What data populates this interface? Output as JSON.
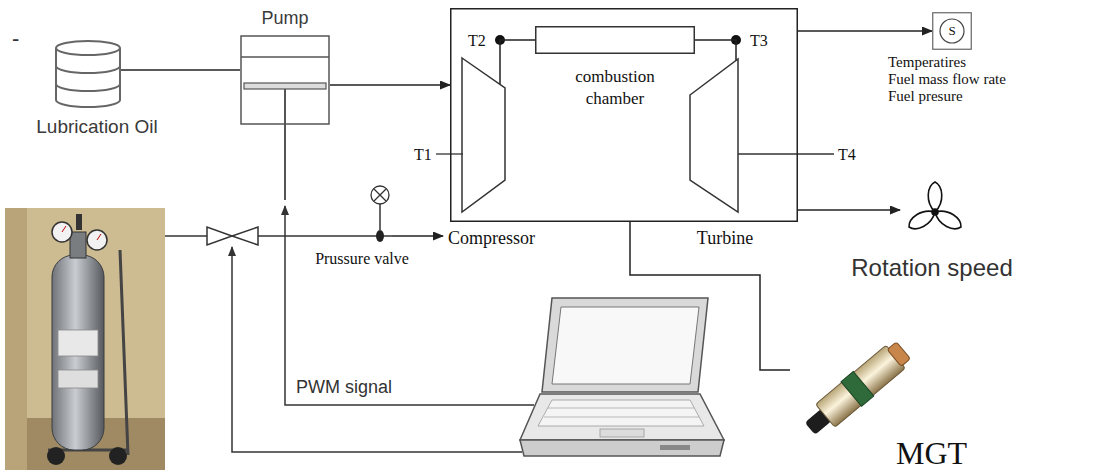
{
  "diagram": {
    "nodes": [
      {
        "text": [
          "Lubrication Oil"
        ]
      },
      {
        "text": [
          "Pump"
        ]
      },
      {
        "text": [
          "T2",
          "T3"
        ]
      },
      {
        "text": [
          "Compressor"
        ],
        "in": 2
      },
      {
        "text": [
          "combustion chamber"
        ],
        "in": 2
      },
      {
        "text": [
          "Turbine"
        ],
        "in": 2
      },
      {
        "text": [
          "S"
        ]
      },
      {
        "text": [
          "Rotation speed"
        ]
      },
      {
        "text": [
          "Prussure valve"
        ]
      },
      {
        "text": [
          "MGT"
        ]
      }
    ],
    "edges": [
      {
        "from": 0,
        "to": 1,
        "arrow": "none"
      },
      {
        "from": 1,
        "to": 2,
        "arrow": "to"
      },
      {
        "from": 3,
        "to": 4,
        "arrow": "none"
      },
      {
        "from": 4,
        "to": 5,
        "arrow": "none"
      },
      {
        "from": 2,
        "to": 6,
        "arrow": "to"
      },
      {
        "from": 2,
        "to": 7,
        "arrow": "to"
      },
      {
        "from": 8,
        "to": 3,
        "arrow": "to"
      },
      {
        "from": 2,
        "to": 9,
        "arrow": "none"
      }
    ],
    "labels": [
      "-",
      "T1",
      "T4",
      "Temperatires",
      "Fuel mass flow rate",
      "Fuel presure",
      "PWM signal"
    ]
  }
}
